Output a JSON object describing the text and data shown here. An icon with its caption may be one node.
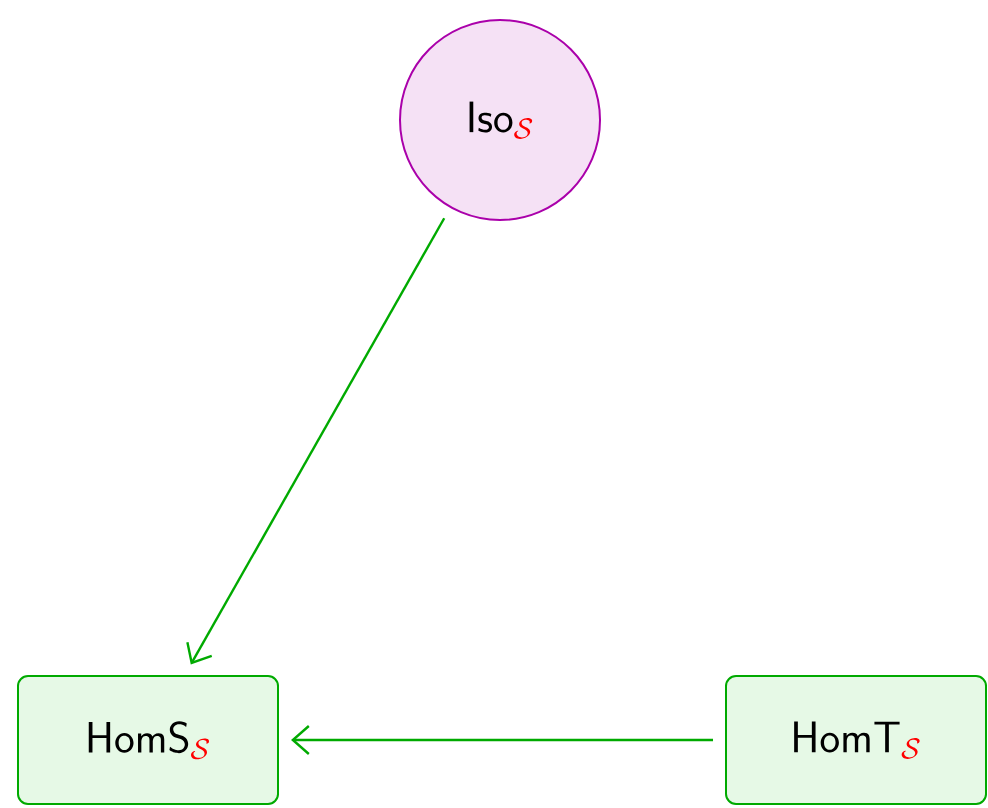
{
  "diagram": {
    "nodes": [
      {
        "text": [
          "\\mathsf{Iso}_{\\color{red}\\mathcal{S}}"
        ]
      },
      {
        "text": [
          "\\mathsf{HomS}_{\\color{red}\\mathcal{S}}"
        ]
      },
      {
        "text": [
          "\\mathsf{HomT}_{\\color{red}\\mathcal{S}}"
        ]
      }
    ],
    "edges": [
      {
        "from": 0,
        "to": 1,
        "arrow": "to"
      },
      {
        "from": 2,
        "to": 1,
        "arrow": "to"
      }
    ]
  }
}
